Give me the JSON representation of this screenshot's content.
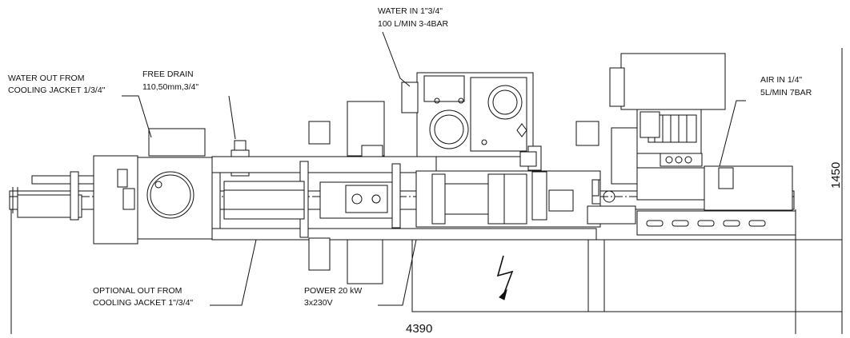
{
  "callouts": {
    "water_in_line1": "WATER IN 1\"3/4\"",
    "water_in_line2": "100 L/MIN 3-4BAR",
    "water_out_line1": "WATER OUT FROM",
    "water_out_line2": "COOLING JACKET 1/3/4\"",
    "free_drain_line1": "FREE DRAIN",
    "free_drain_line2": "110,50mm,3/4\"",
    "air_in_line1": "AIR IN 1/4\"",
    "air_in_line2": "5L/MIN 7BAR",
    "optional_out_line1": "OPTIONAL OUT FROM",
    "optional_out_line2": "COOLING JACKET 1\"/3/4\"",
    "power_line1": "POWER 20 kW",
    "power_line2": "3x230V"
  },
  "dimensions": {
    "overall_length": "4390",
    "overall_width": "1450"
  },
  "icons": {
    "power_symbol": "lightning-bolt-icon"
  }
}
